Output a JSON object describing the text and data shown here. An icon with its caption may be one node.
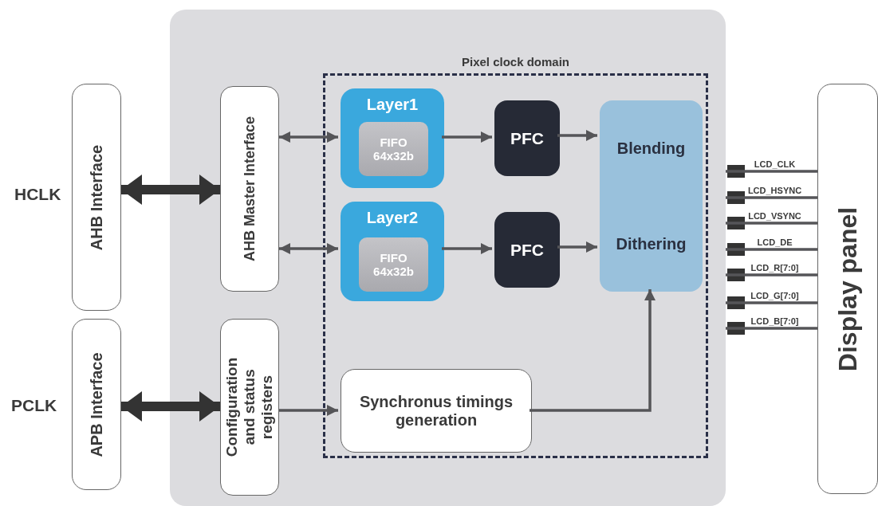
{
  "diagram": {
    "nodes": [
      {
        "text": [
          "AHB Interface"
        ]
      },
      {
        "text": [
          "APB Interface"
        ]
      },
      {
        "text": [],
        "shape": "box"
      },
      {
        "text": [
          "AHB Master Interface"
        ],
        "in": 2
      },
      {
        "text": [
          "Configuration and status registers"
        ],
        "in": 2
      },
      {
        "text": [
          "Pixel clock domain"
        ],
        "in": 2
      },
      {
        "text": [
          "Layer1"
        ],
        "in": 5
      },
      {
        "text": [
          "FIFO 64x32b"
        ],
        "in": 6
      },
      {
        "text": [
          "PFC"
        ],
        "in": 5
      },
      {
        "text": [
          "Blending",
          "Dithering"
        ],
        "in": 5
      },
      {
        "text": [
          "Layer2"
        ],
        "in": 5
      },
      {
        "text": [
          "FIFO 64x32b"
        ],
        "in": 10
      },
      {
        "text": [
          "PFC"
        ],
        "in": 5
      },
      {
        "text": [
          "Synchronus timings generation"
        ],
        "in": 5
      },
      {
        "text": [
          "Display panel"
        ]
      }
    ],
    "edges": [
      {
        "from": 0,
        "to": 3,
        "arrow": "both",
        "style": "thick"
      },
      {
        "from": 1,
        "to": 4,
        "arrow": "both",
        "style": "thick"
      },
      {
        "from": 3,
        "to": 6,
        "arrow": "both"
      },
      {
        "from": 3,
        "to": 10,
        "arrow": "both"
      },
      {
        "from": 6,
        "to": 8,
        "arrow": "to"
      },
      {
        "from": 8,
        "to": 9,
        "arrow": "to"
      },
      {
        "from": 10,
        "to": 12,
        "arrow": "to"
      },
      {
        "from": 12,
        "to": 9,
        "arrow": "to"
      },
      {
        "from": 4,
        "to": 13,
        "arrow": "to"
      },
      {
        "from": 13,
        "to": 9,
        "arrow": "to"
      },
      {
        "from": 2,
        "to": 14,
        "arrow": "none",
        "label": "LCD_CLK"
      },
      {
        "from": 2,
        "to": 14,
        "arrow": "none",
        "label": "LCD_HSYNC"
      },
      {
        "from": 2,
        "to": 14,
        "arrow": "none",
        "label": "LCD_VSYNC"
      },
      {
        "from": 2,
        "to": 14,
        "arrow": "none",
        "label": "LCD_DE"
      },
      {
        "from": 2,
        "to": 14,
        "arrow": "none",
        "label": "LCD_R[7:0]"
      },
      {
        "from": 2,
        "to": 14,
        "arrow": "none",
        "label": "LCD_G[7:0]"
      },
      {
        "from": 2,
        "to": 14,
        "arrow": "none",
        "label": "LCD_B[7:0]"
      }
    ],
    "labels": [
      "HCLK",
      "PCLK"
    ]
  }
}
